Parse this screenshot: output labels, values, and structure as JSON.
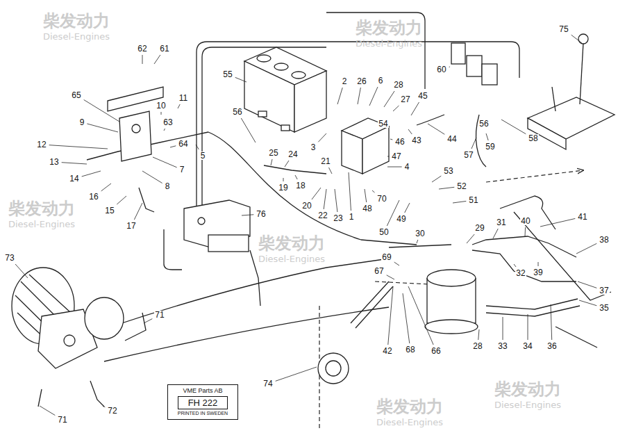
{
  "diagram": {
    "nodes": [
      {
        "text": [
          "VME Parts AB",
          "FH 222",
          "PRINTED IN SWEDEN"
        ]
      }
    ],
    "edges": [],
    "labels": [
      "62",
      "61",
      "75",
      "65",
      "11",
      "10",
      "9",
      "63",
      "12",
      "64",
      "5",
      "7",
      "13",
      "8",
      "14",
      "16",
      "15",
      "17",
      "55",
      "2",
      "26",
      "6",
      "28",
      "27",
      "45",
      "60",
      "56",
      "54",
      "56",
      "43",
      "44",
      "46",
      "59",
      "58",
      "57",
      "3",
      "25",
      "24",
      "21",
      "47",
      "4",
      "53",
      "19",
      "18",
      "20",
      "22",
      "23",
      "1",
      "52",
      "48",
      "70",
      "51",
      "50",
      "49",
      "30",
      "76",
      "73",
      "29",
      "31",
      "40",
      "41",
      "38",
      "69",
      "67",
      "32",
      "39",
      "37",
      "35",
      "71",
      "66",
      "42",
      "68",
      "28",
      "33",
      "34",
      "36",
      "74",
      "71",
      "72",
      "柴发动力",
      "Diesel-Engines",
      "柴发动力",
      "Diesel-Engines",
      "柴发动力",
      "Diesel-Engines",
      "柴发动力",
      "Diesel-Engines",
      "柴发动力",
      "Diesel-Engines",
      "柴发动力",
      "Diesel-Engines"
    ]
  }
}
